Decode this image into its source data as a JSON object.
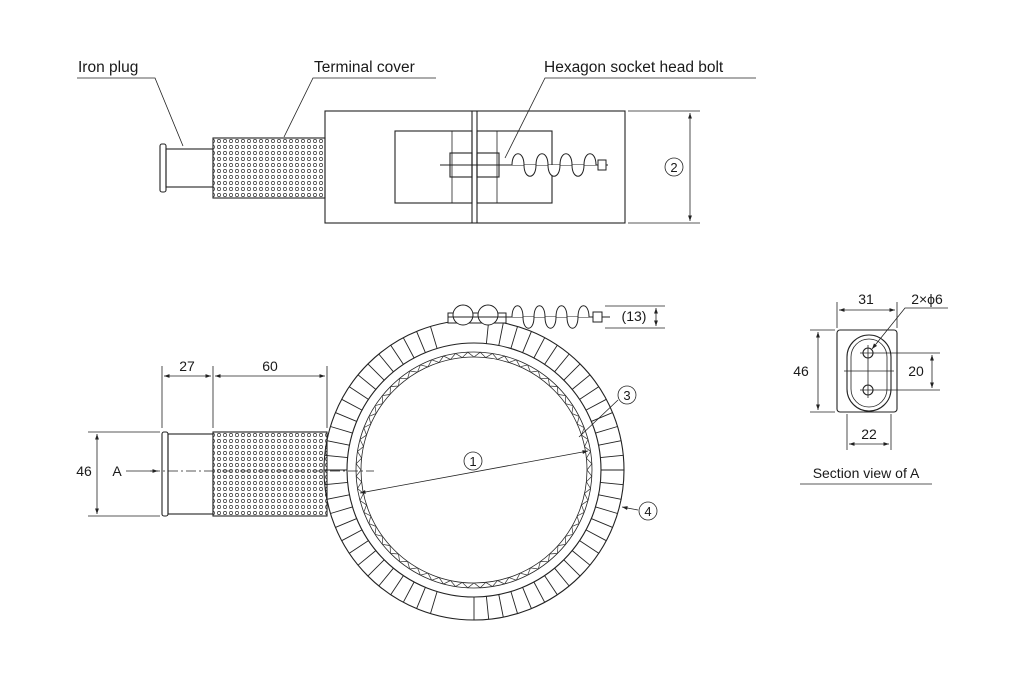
{
  "labels": {
    "iron_plug": "Iron plug",
    "terminal_cover": "Terminal cover",
    "hex_bolt": "Hexagon socket head bolt",
    "section_view": "Section view of A"
  },
  "dimensions": {
    "d27": "27",
    "d60": "60",
    "d46_left": "46",
    "view_a": "A",
    "d13": "(13)",
    "d31": "31",
    "d2x6": "2×ϕ6",
    "d46_section": "46",
    "d20": "20",
    "d22": "22"
  },
  "callouts": {
    "c1": "1",
    "c2": "2",
    "c3": "3",
    "c4": "4"
  }
}
